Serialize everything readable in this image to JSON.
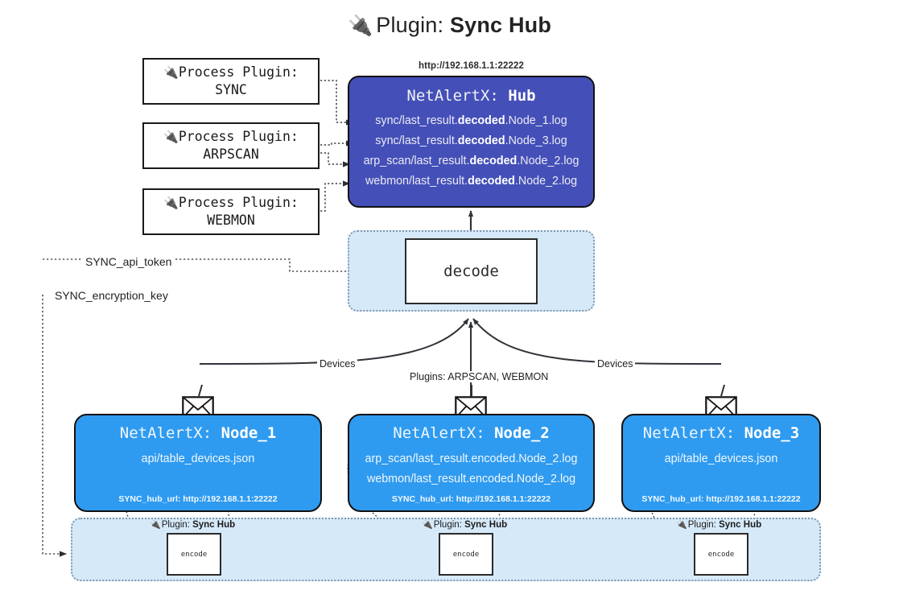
{
  "page": {
    "title_icon": "plug-icon",
    "title_prefix": "Plugin:",
    "title_name": "Sync Hub"
  },
  "process_plugins": [
    {
      "line1": "Process Plugin:",
      "line2": "SYNC"
    },
    {
      "line1": "Process Plugin:",
      "line2": "ARPSCAN"
    },
    {
      "line1": "Process Plugin:",
      "line2": "WEBMON"
    }
  ],
  "hub": {
    "url": "http://192.168.1.1:22222",
    "title_prefix": "NetAlertX:",
    "title_name": "Hub",
    "logs": [
      {
        "pre": "sync/last_result.",
        "mid": "decoded",
        "post": ".Node_1.log"
      },
      {
        "pre": "sync/last_result.",
        "mid": "decoded",
        "post": ".Node_3.log"
      },
      {
        "pre": "arp_scan/last_result.",
        "mid": "decoded",
        "post": ".Node_2.log"
      },
      {
        "pre": "webmon/last_result.",
        "mid": "decoded",
        "post": ".Node_2.log"
      }
    ]
  },
  "decode": {
    "label": "decode"
  },
  "secrets": {
    "api_token": "SYNC_api_token",
    "encryption_key": "SYNC_encryption_key"
  },
  "edge_labels": {
    "devices_left": "Devices",
    "devices_right": "Devices",
    "plugins": "Plugins: ARPSCAN, WEBMON"
  },
  "nodes": [
    {
      "title_prefix": "NetAlertX:",
      "title_name": "Node_1",
      "lines": [
        "api/table_devices.json"
      ],
      "footer": "SYNC_hub_url: http://192.168.1.1:22222"
    },
    {
      "title_prefix": "NetAlertX:",
      "title_name": "Node_2",
      "lines": [
        "arp_scan/last_result.encoded.Node_2.log",
        "webmon/last_result.encoded.Node_2.log"
      ],
      "footer": "SYNC_hub_url: http://192.168.1.1:22222"
    },
    {
      "title_prefix": "NetAlertX:",
      "title_name": "Node_3",
      "lines": [
        "api/table_devices.json"
      ],
      "footer": "SYNC_hub_url: http://192.168.1.1:22222"
    }
  ],
  "encoders": [
    {
      "tag_prefix": "Plugin:",
      "tag_name": "Sync Hub",
      "label": "encode"
    },
    {
      "tag_prefix": "Plugin:",
      "tag_name": "Sync Hub",
      "label": "encode"
    },
    {
      "tag_prefix": "Plugin:",
      "tag_name": "Sync Hub",
      "label": "encode"
    }
  ],
  "colors": {
    "hub_fill": "#4450b8",
    "node_fill": "#2f9bf0",
    "container_fill": "#d6e9f9",
    "stroke": "#111111"
  }
}
